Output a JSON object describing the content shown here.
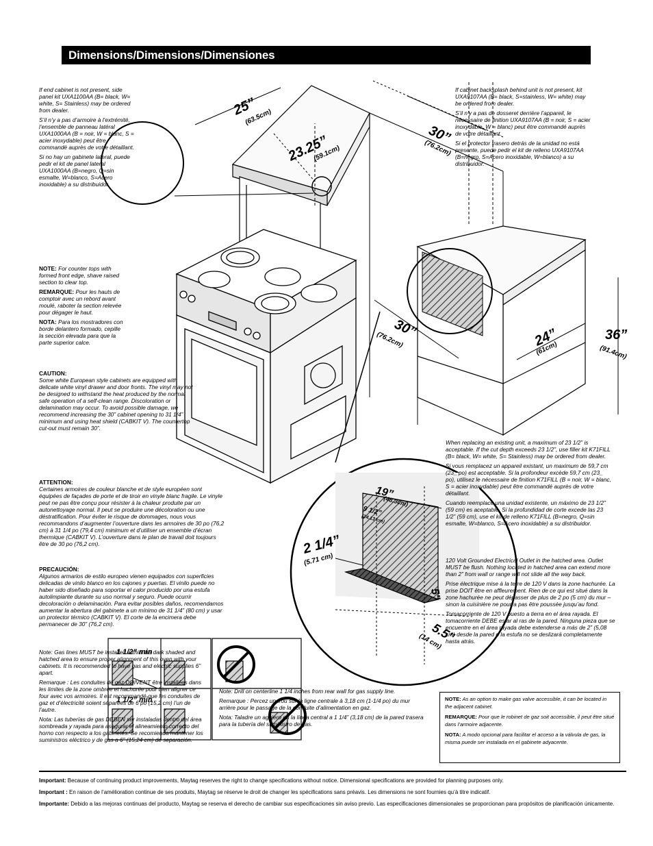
{
  "header": {
    "title": "Dimensions/Dimensions/Dimensiones"
  },
  "dimensions": {
    "d25": "25”",
    "d25_cm": "(63.5cm)",
    "d2325": "23.25”",
    "d2325_cm": "(59.1cm)",
    "d30_top": "30”",
    "d30_top_cm": "(76.2cm)",
    "d30_mid": "30”",
    "d30_mid_cm": "(76.2cm)",
    "d24": "24”",
    "d24_cm": "(61cm)",
    "d36": "36”",
    "d36_cm": "(91.4cm)",
    "d19": "19”",
    "d19_cm": "(48.3cm)",
    "d9": "9 1/2”",
    "d9_cm": "(24.13 cm)",
    "d2": "2 1/4”",
    "d2_cm": "(5.71 cm)",
    "d55": "5.5”",
    "d55_cm": "(14 cm)",
    "d5": "5”",
    "d112": "1 1/2” min",
    "d112b": "1 1/2” min"
  },
  "notes": {
    "end_cabinet": [
      "If end cabinet is not present, side panel kit UXA1100AA (B= black, W= white, S= Stainless) may be ordered from dealer.",
      "S’il n’y a pas d’armoire à l’extrémité, l’ensemble de panneau latéral UXA1000AA (B = noir, W = blanc, S = acier inoxydable) peut être commandé auprès de votre détaillant.",
      "Si no hay un gabinete lateral, puede pedir el kit de panel lateral UXA1000AA (B=negro, Q=sin esmalte, W=blanco, S=Acero inoxidable) a su distribuidor."
    ],
    "backsplash": [
      "If cabinet backsplash behind unit is not present, kit UXA9107AA (B= black, S=stainless, W= white) may be ordered from dealer.",
      "S’il n’y a pas de dosseret derrière l’appareil, le nécessaire de finition UXA9107AA (B = noir, S = acier inoxydable, W = blanc) peut être commandé auprès de votre détaillant.",
      "Si el protector trasero detrás de la unidad no está presente, puede pedir el kit de relleno UXA9107AA (B=negro, S=Acero inoxidable, W=blanco) a su distribuidor."
    ],
    "counter_note": {
      "label": "NOTE:",
      "text": "For counter tops with formed front edge, shave raised section to clear top."
    },
    "counter_remarque": {
      "label": "REMARQUE:",
      "text": "Pour les hauts de comptoir avec un rebord avant moulé, raboter la section relevée pour dégager le haut."
    },
    "counter_nota": {
      "label": "NOTA:",
      "text": "Para los mostradores con borde delantero formado, cepille la sección elevada para que la parte superior calce."
    },
    "caution": {
      "label": "CAUTION:",
      "text": "Some white European style cabinets are equipped with delicate white vinyl drawer and door fronts. The vinyl may not be designed to withstand the heat produced by the normal safe operation of a self-clean range. Discoloration or delamination may occur. To avoid possible damage, we recommend increasing the 30” cabinet opening to 31 1/4” minimum and using heat shield (CABKIT V). The countertop cut-out must remain 30”."
    },
    "attention": {
      "label": "ATTENTION:",
      "text": "Certaines armoires de couleur blanche et de style européen sont équipées de façades de porte et de tiroir en vinyle blanc fragile. Le vinyle peut ne pas être conçu pour résister à la chaleur produite par un autonettoyage normal. Il peut se produire une décoloration ou une déstratification. Pour éviter le risque de dommages, nous vous recommandons d’augmenter l’ouverture dans les armoires de 30 po (76,2 cm) à 31 1/4 po (79,4 cm) minimum et d’utiliser un ensemble d’écran thermique (CABKIT V). L’ouverture dans le plan de travail doit toujours être de 30 po (76,2 cm)."
    },
    "precaucion": {
      "label": "PRECAUCIÓN:",
      "text": "Algunos armarios de estilo europeo vienen equipados con superficies delicadas de vinilo blanco en los cajones y puertas. El vinilo puede no haber sido diseñado para soportar el calor producido por una estufa autolimpiante durante su uso normal y seguro. Puede ocurrir decoloración o delaminación. Para evitar posibles daños, recomendamos aumentar la abertura del gabinete a un mínimo de 31 1/4” (80 cm) y usar un protector térmico (CABKIT V). El corte de la encimera debe permanecer de 30” (76,2 cm)."
    },
    "gas_lines": [
      "Note: Gas lines MUST be installed within the dark shaded and hatched area to ensure proper alignment of this oven with your cabinets. It is recommended to have gas and electric supplies 6” apart.",
      "Remarque : Les conduites de gaz DOIVENT être installées dans les limites de la zone ombrée et hachurée pour bien aligner ce four avec vos armoires. Il est recommandé que les conduites de gaz et d’électricité soient séparées de 6 po (15,2 cm) l’un de l’autre.",
      "Nota: Las tuberías de gas DEBEN ser instaladas dentro del área sombreada y rayada para asegurar el alineamiento correcto del horno con respecto a los gabinetes. Se recomienda mantener los suministros eléctrico y de gas a 6” (15,24 cm) de separación."
    ],
    "drill": [
      "Note: Drill on centerline 1 1/4 inches from rear wall for gas supply line.",
      "Remarque : Percez un trou sur la ligne centrale à 3,18 cm (1-1/4 po) du mur arrière pour le passage de la conduite d’alimentation en gaz.",
      "Nota: Taladre un agujero en la línea central a 1 1/4” (3,18 cm) de la pared trasera para la tubería del suministro de gas."
    ],
    "replacing": [
      "When replacing an existing unit, a maximum of 23 1/2” is acceptable. If the cut depth exceeds 23 1/2”, use filler kit K71FILL (B= black, W= white, S= Stainless) may be ordered from dealer.",
      "Si vous remplacez un appareil existant, un maximum de 59,7 cm (23_ po) est acceptable. Si la profondeur excède 59,7 cm (23_ po), utilisez le nécessaire de finition K71FILL (B = noir, W = blanc, S = acier inoxydable) peut être commandé auprès de votre détaillant.",
      "Cuando reemplace una unidad existente, un máximo de 23 1/2” (59 cm) es aceptable. Si la profundidad de corte excede las 23 1/2” (59 cm), use el kit de relleno K71FILL (B=negro, Q=sin esmalte, W=blanco, S=Acero inoxidable) a su distribuidor."
    ],
    "outlet": [
      "120 Volt Grounded Electrical Outlet in the hatched area. Outlet MUST be flush. Nothing located in hatched area can extend more than 2” from wall or range will not slide all the way back.",
      "Prise électrique mise à la terre de 120 V dans la zone hachurée. La prise DOIT être en affleurement. Rien de ce qui est situé dans la zone hachurée ne peut dépasser de plus de 2 po (5 cm) du mur – sinon la cuisinière ne pourra pas être poussée jusqu’au fond.",
      "Tomacorriente de 120 V puesto a tierra en el área rayada. El tomacorriente DEBE estar al ras de la pared. Ninguna pieza que se encuentre en el área rayada debe extenderse a más de 2” (5,08 cm) desde la pared o la estufa no se deslizará completamente hasta atrás."
    ],
    "box": [
      {
        "label": "NOTE:",
        "text": "As an option to make gas valve accessible, it can be located in the adjacent cabinet."
      },
      {
        "label": "REMARQUE:",
        "text": "Pour que le robinet de gaz soit accessible, il peut être situé dans l’armoire adjacente."
      },
      {
        "label": "NOTA:",
        "text": "A modo opcional para facilitar el acceso a la válvula de gas, la misma puede ser instalada en el gabinete adyacente."
      }
    ]
  },
  "footer": [
    {
      "label": "Important:",
      "text": "Because of continuing product improvements, Maytag reserves the right to change specifications without notice.  Dimensional specifications are provided for planning purposes only."
    },
    {
      "label": "Important :",
      "text": "En raison de l’amélioration continue de ses produits, Maytag se réserve le droit de changer les spécifications sans préavis. Les dimensions ne sont fournies qu’à titre indicatif."
    },
    {
      "label": "Importante:",
      "text": "Debido a las mejoras continuas del producto, Maytag se reserva el derecho de cambiar sus especificaciones sin aviso previo.  Las especificaciones dimensionales se proporcionan para propósitos de planificación únicamente."
    }
  ]
}
